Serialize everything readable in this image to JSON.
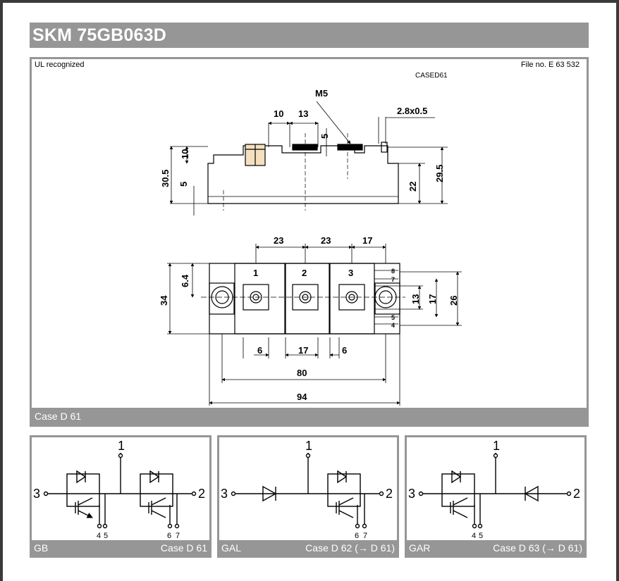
{
  "title": "SKM 75GB063D",
  "case_drawing": {
    "ul_text": "UL recognized",
    "file_no": "File no. E 63 532",
    "drawing_code": "CASED61",
    "footer": "Case D 61",
    "side_view_dims": [
      "M5",
      "10",
      "13",
      "5",
      "2.8x0.5",
      "10",
      "30.5",
      "5",
      "22",
      "29.5"
    ],
    "top_view_dims": [
      "23",
      "23",
      "17",
      "6.4",
      "34",
      "1",
      "2",
      "3",
      "8",
      "7",
      "13",
      "17",
      "26",
      "5",
      "4",
      "6",
      "17",
      "6",
      "80",
      "94"
    ]
  },
  "schematics": [
    {
      "name": "GB",
      "case": "Case D 61",
      "terminals": {
        "t1": "1",
        "t2": "2",
        "t3": "3",
        "t4": "4",
        "t5": "5",
        "t6": "6",
        "t7": "7"
      }
    },
    {
      "name": "GAL",
      "case": "Case D 62 (→ D 61)",
      "terminals": {
        "t1": "1",
        "t2": "2",
        "t3": "3",
        "t6": "6",
        "t7": "7"
      }
    },
    {
      "name": "GAR",
      "case": "Case D 63 (→ D 61)",
      "terminals": {
        "t1": "1",
        "t2": "2",
        "t3": "3",
        "t4": "4",
        "t5": "5"
      }
    }
  ]
}
